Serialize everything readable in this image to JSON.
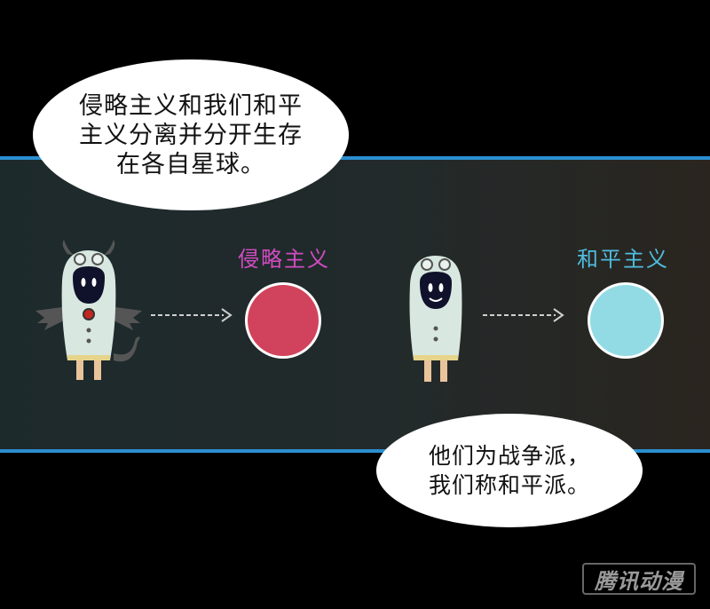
{
  "bubble_top": {
    "lines": [
      "侵略主义和我们和平",
      "主义分离并分开生存",
      "在各自星球。"
    ]
  },
  "bubble_bottom": {
    "lines": [
      "他们为战争派，",
      "我们称和平派。"
    ]
  },
  "labels": {
    "invasion": "侵略主义",
    "peace": "和平主义"
  },
  "colors": {
    "invasion_circle": "#d1435c",
    "peace_circle": "#92dbe5",
    "band_border": "#2b8fd0"
  },
  "watermark": "腾讯动漫"
}
